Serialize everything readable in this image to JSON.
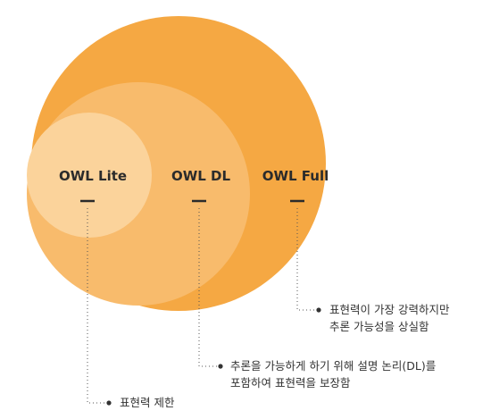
{
  "colors": {
    "outer": "#f5a843",
    "middle": "#f8bb6c",
    "inner": "#fbd39b",
    "text": "#2b2b2b",
    "leader": "#555555"
  },
  "sets": [
    {
      "id": "full",
      "label": "OWL Full",
      "note_lines": [
        "표현력이 가장 강력하지만",
        "추론 가능성을 상실함"
      ]
    },
    {
      "id": "dl",
      "label": "OWL DL",
      "note_lines": [
        "추론을 가능하게 하기 위해 설명 논리(DL)를",
        "포함하여 표현력을 보장함"
      ]
    },
    {
      "id": "lite",
      "label": "OWL Lite",
      "note_lines": [
        "표현력 제한"
      ]
    }
  ]
}
